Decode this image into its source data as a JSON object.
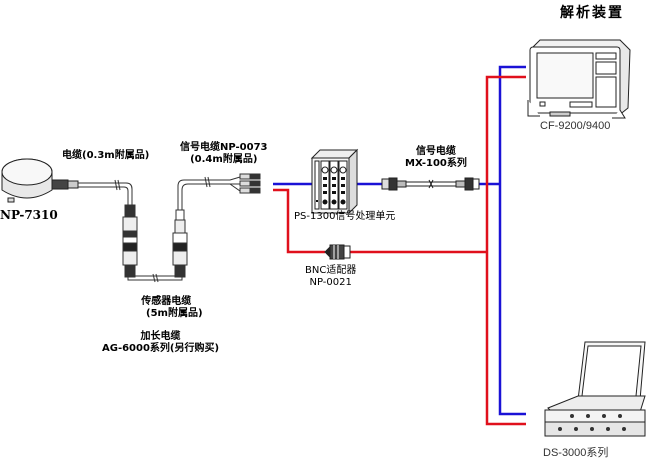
{
  "title": "解析装置",
  "colors": {
    "blue": "#1a12d6",
    "red": "#e0101c"
  },
  "sensor": {
    "model": "NP-7310"
  },
  "cable_sensor": {
    "line1": "电缆(0.3m附属品)"
  },
  "cable_signal": {
    "line1": "信号电缆NP-0073",
    "line2": "(0.4m附属品)"
  },
  "cable_sensor_5m": {
    "line1": "传感器电缆",
    "line2": "(5m附属品)"
  },
  "cable_extension": {
    "line1": "加长电缆",
    "line2": "AG-6000系列(另行购买)"
  },
  "processor": {
    "label": "PS-1300信号处理单元"
  },
  "cable_mx": {
    "line1": "信号电缆",
    "line2": "MX-100系列"
  },
  "bnc_adapter": {
    "line1": "BNC适配器",
    "line2": "NP-0021"
  },
  "analyzer_1": {
    "label": "CF-9200/9400"
  },
  "analyzer_2": {
    "label": "DS-3000系列"
  }
}
